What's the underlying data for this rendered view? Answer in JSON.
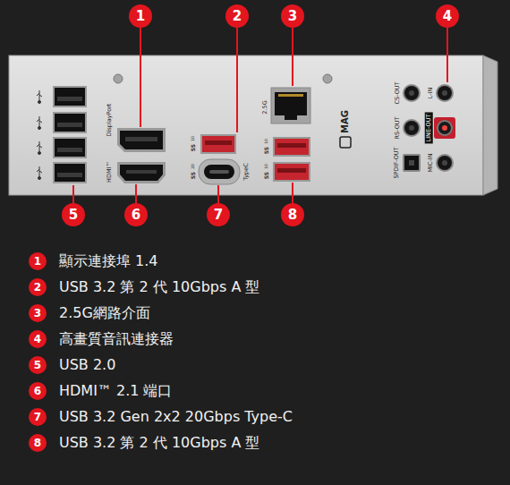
{
  "diagram": {
    "labels": [
      "1",
      "2",
      "3",
      "4",
      "DisplayPort",
      "HDMI™",
      "SS",
      "10",
      "SS",
      "20",
      "TypeC",
      "2.5G",
      "SS",
      "10",
      "SS",
      "10",
      "MAG",
      "CS-OUT",
      "L-IN",
      "RS-OUT",
      "LINE-OUT",
      "SPDIF-OUT",
      "MIC-IN",
      "5",
      "6",
      "7",
      "8",
      "1",
      "顯示連接埠 1.4",
      "2",
      "USB 3.2 第 2 代 10Gbps A 型",
      "3",
      "2.5G網路介面",
      "4",
      "高畫質音訊連接器",
      "5",
      "USB 2.0",
      "6",
      "HDMI™ 2.1 端口",
      "7",
      "USB 3.2 Gen 2x2 20Gbps Type-C",
      "8",
      "USB 3.2 第 2 代 10Gbps A 型"
    ]
  }
}
